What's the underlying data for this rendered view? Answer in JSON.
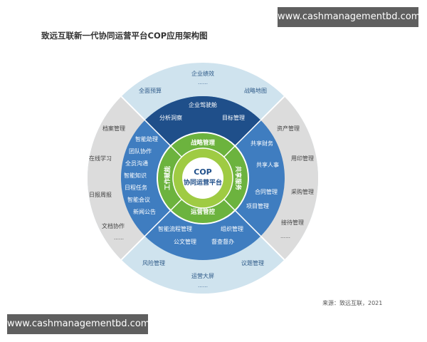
{
  "watermark": {
    "top": "www.cashmanagementbd.com",
    "bottom": "www.cashmanagementbd.com"
  },
  "title": "致远互联新一代协同运营平台COP应用架构图",
  "source": "来源：致远互联，2021",
  "colors": {
    "outer_blue": "#cfe3ee",
    "outer_gray": "#dcdcdc",
    "ring_blue": "#3f7dc0",
    "ring_navy": "#1f4f8a",
    "green_outer": "#6cb33e",
    "green_inner": "#9fcb43",
    "center": "#ffffff"
  },
  "diagram": {
    "center_line1": "COP",
    "center_line2": "协同运营平台",
    "green_segments": {
      "top": "战略管理",
      "right": "共享服务",
      "bottom": "运营管控",
      "left": "工作赋能"
    },
    "ring_top": [
      "企业驾驶舱",
      "分析洞察",
      "目标管理"
    ],
    "ring_left": [
      "智能助理",
      "团队协作",
      "全员沟通",
      "智能知识",
      "日程任务",
      "智能会议",
      "新闻公告"
    ],
    "ring_right": [
      "共享财务",
      "共享人事",
      "合同管理",
      "项目管理"
    ],
    "ring_bottom": [
      "智能流程管理",
      "组织管理",
      "公文管理",
      "督查督办"
    ],
    "outer_top": [
      "企业绩效",
      "……",
      "全面预算",
      "战略地图"
    ],
    "outer_left": [
      "档案管理",
      "在线学习",
      "日报周报",
      "文档协作",
      "……"
    ],
    "outer_right": [
      "资产管理",
      "用印管理",
      "采购管理",
      "接待管理",
      "……"
    ],
    "outer_bottom": [
      "风险管理",
      "议题管理",
      "运营大屏",
      "……"
    ]
  }
}
